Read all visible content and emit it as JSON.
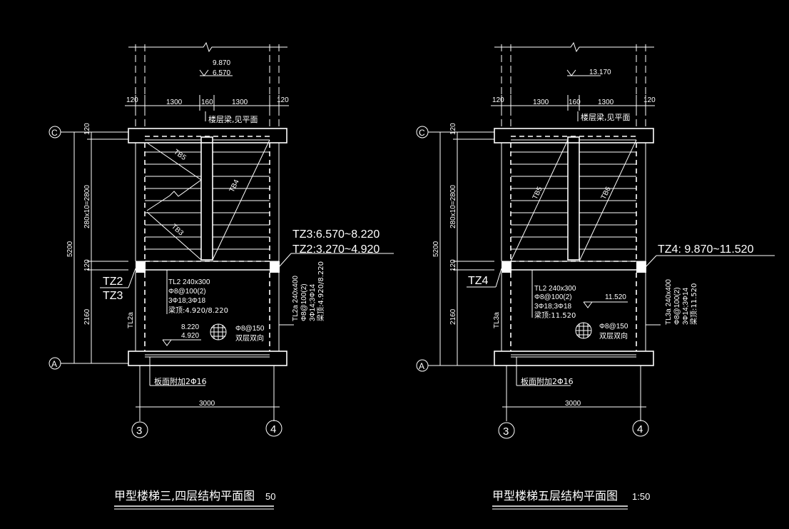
{
  "colors": {
    "background": "#000000",
    "line": "#ffffff"
  },
  "left": {
    "elev_top": "9.870",
    "elev_bottom": "6.570",
    "dims_top": [
      "120",
      "1300",
      "160",
      "1300",
      "120"
    ],
    "beam_note": "楼层梁,见平面",
    "axis_c": "C",
    "axis_a": "A",
    "axis_3": "3",
    "axis_4": "4",
    "dim_120": "120",
    "dim_run": "280x10=2800",
    "dim_total": "5200",
    "dim_120b": "120",
    "dim_2160": "2160",
    "tb5": "TB5",
    "tb4": "TB4",
    "tb3": "TB3",
    "tz_right_1": "TZ3:6.570~8.220",
    "tz_right_2": "TZ2:3.270~4.920",
    "tz_left_1": "TZ2",
    "tz_left_2": "TZ3",
    "tl_line1": "TL2 240x300",
    "tl_line2": "Φ8@100(2)",
    "tl_line3": "3Φ18;3Φ18",
    "tl_line4": "梁顶:4.920/8.220",
    "tl_vert_left": "TL2a",
    "tl_vert_right_1": "TL2a 240x400",
    "tl_vert_right_2": "Φ8@100(2)",
    "tl_vert_right_3": "3Φ14;3Φ14",
    "tl_vert_right_4": "梁顶:4.920/8.220",
    "landing_elev_1": "8.220",
    "landing_elev_2": "4.920",
    "slab_rebar": "Φ8@150",
    "slab_note": "双层双向",
    "slab_add": "板面附加2Φ16",
    "dim_3000": "3000",
    "title": "甲型楼梯三,四层结构平面图",
    "scale": "50"
  },
  "right": {
    "elev_top": "13.170",
    "dims_top": [
      "120",
      "1300",
      "160",
      "1300",
      "120"
    ],
    "beam_note": "楼层梁,见平面",
    "axis_c": "C",
    "axis_a": "A",
    "axis_3": "3",
    "axis_4": "4",
    "dim_120": "120",
    "dim_run": "280x10=2800",
    "dim_total": "5200",
    "dim_120b": "120",
    "dim_2160": "2160",
    "tb5": "TB5",
    "tb6": "TB6",
    "tz_right": "TZ4: 9.870~11.520",
    "tz_left": "TZ4",
    "tl_line1": "TL2 240x300",
    "tl_line2": "Φ8@100(2)",
    "tl_line3": "3Φ18;3Φ18",
    "tl_line4": "梁顶:11.520",
    "tl_vert_left": "TL3a",
    "tl_vert_right_1": "TL3a 240x400",
    "tl_vert_right_2": "Φ8@100(2)",
    "tl_vert_right_3": "3Φ14;3Φ14",
    "tl_vert_right_4": "梁顶:11.520",
    "landing_elev": "11.520",
    "slab_rebar": "Φ8@150",
    "slab_note": "双层双向",
    "slab_add": "板面附加2Φ16",
    "dim_3000": "3000",
    "title": "甲型楼梯五层结构平面图",
    "scale": "1:50"
  }
}
